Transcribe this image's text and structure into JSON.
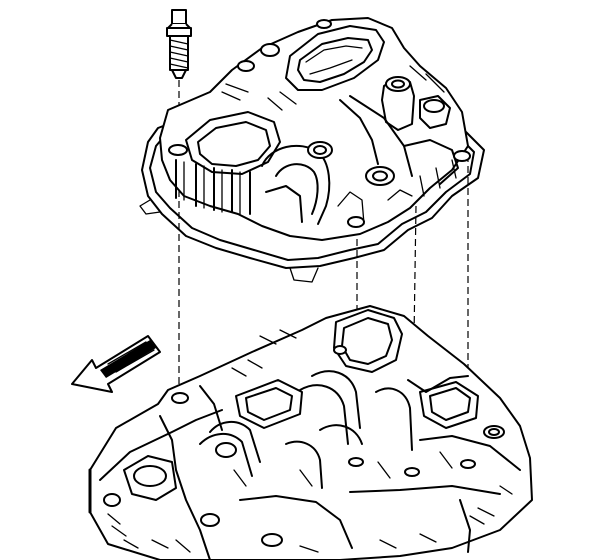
{
  "diagram": {
    "type": "exploded-assembly-line-drawing",
    "parts": [
      {
        "name": "bolt",
        "icon": "bolt-icon"
      },
      {
        "name": "upper-intake-manifold",
        "icon": "manifold-icon"
      },
      {
        "name": "gasket",
        "icon": "gasket-icon"
      },
      {
        "name": "lower-intake-manifold",
        "icon": "manifold-icon"
      },
      {
        "name": "direction-arrow",
        "icon": "arrow-left-down-icon"
      }
    ],
    "colors": {
      "line": "#000000",
      "background": "#ffffff"
    }
  }
}
